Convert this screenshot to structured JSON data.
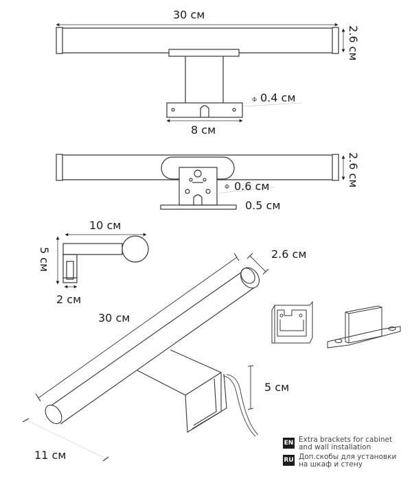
{
  "front_view": {
    "width_label": "30 см",
    "height_label": "2.6 см",
    "hole_label": "0.4 см",
    "base_width_label": "8 см",
    "phi_symbol": "Φ"
  },
  "back_view": {
    "height_label": "2.6 см",
    "hole_label": "0.6 см",
    "plate_label": "0.5 см",
    "phi_symbol": "Φ"
  },
  "side_view": {
    "length_label": "10 см",
    "height_label": "5 см",
    "width_label": "2 см"
  },
  "perspective_view": {
    "diameter_label": "2.6 см",
    "length_label": "30 см",
    "height_label": "5 см",
    "depth_label": "11 см"
  },
  "legend": {
    "items": [
      {
        "badge": "EN",
        "line1": "Extra brackets for cabinet",
        "line2": "and wall installation"
      },
      {
        "badge": "RU",
        "line1": "Доп.скобы для установки",
        "line2": "на шкаф и стену"
      }
    ]
  }
}
